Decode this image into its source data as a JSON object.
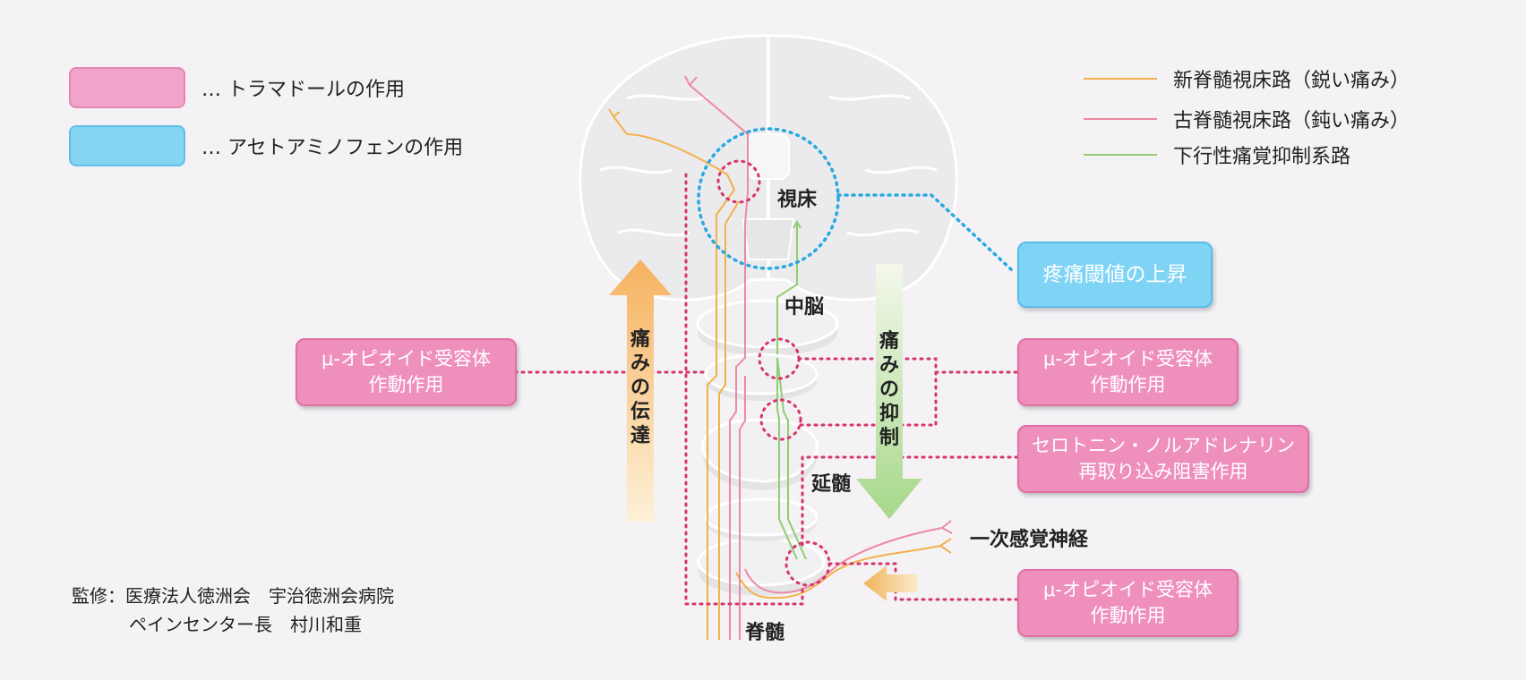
{
  "legend": {
    "tramadol": "… トラマドールの作用",
    "acetaminophen": "… アセトアミノフェンの作用",
    "pathways": [
      {
        "label": "新脊髄視床路（鋭い痛み）",
        "color": "#f2b14a"
      },
      {
        "label": "古脊髄視床路（鈍い痛み）",
        "color": "#ec8aa3"
      },
      {
        "label": "下行性痛覚抑制系路",
        "color": "#8fce6f"
      }
    ]
  },
  "anatomy": {
    "thalamus": "視床",
    "midbrain": "中脳",
    "medulla": "延髄",
    "spinal_cord": "脊髄",
    "primary_neuron": "一次感覚神経"
  },
  "arrows": {
    "transmission": "痛みの伝達",
    "inhibition": "痛みの抑制"
  },
  "boxes": {
    "threshold": "疼痛閾値の上昇",
    "mu_left": [
      "μ-オピオイド受容体",
      "作動作用"
    ],
    "mu_right_top": [
      "μ-オピオイド受容体",
      "作動作用"
    ],
    "snri": [
      "セロトニン・ノルアドレナリン",
      "再取り込み阻害作用"
    ],
    "mu_right_bottom": [
      "μ-オピオイド受容体",
      "作動作用"
    ]
  },
  "colors": {
    "tramadol": "#f0a0c8",
    "acetaminophen": "#7fd3f5",
    "dotted_pink": "#d6336c",
    "dotted_blue": "#29a9e0"
  },
  "credit": {
    "line1": "監修：医療法人徳洲会　宇治徳洲会病院",
    "line2": "ペインセンター長　村川和重"
  }
}
